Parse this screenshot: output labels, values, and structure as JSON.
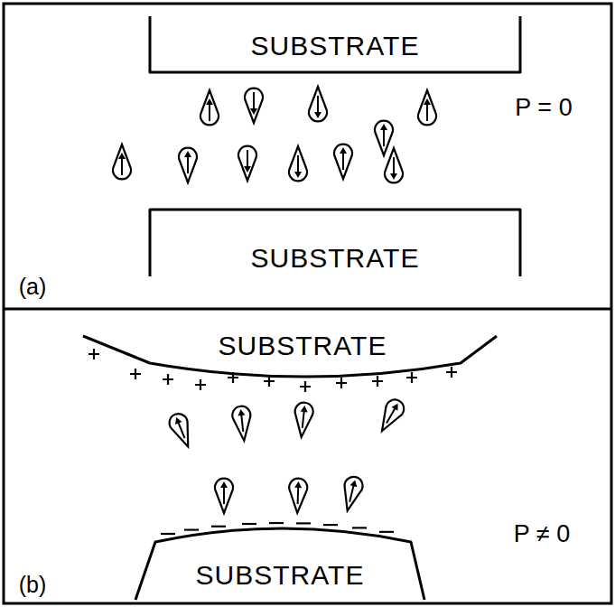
{
  "diagram": {
    "nodes": [
      {
        "text": [
          "SUBSTRATE"
        ]
      },
      {
        "text": [
          "SUBSTRATE"
        ]
      },
      {
        "text": [
          "SUBSTRATE"
        ]
      },
      {
        "text": [
          "SUBSTRATE"
        ]
      }
    ],
    "edges": [],
    "labels": [
      "P = 0",
      "(a)",
      "P ≠ 0",
      "(b)"
    ]
  }
}
